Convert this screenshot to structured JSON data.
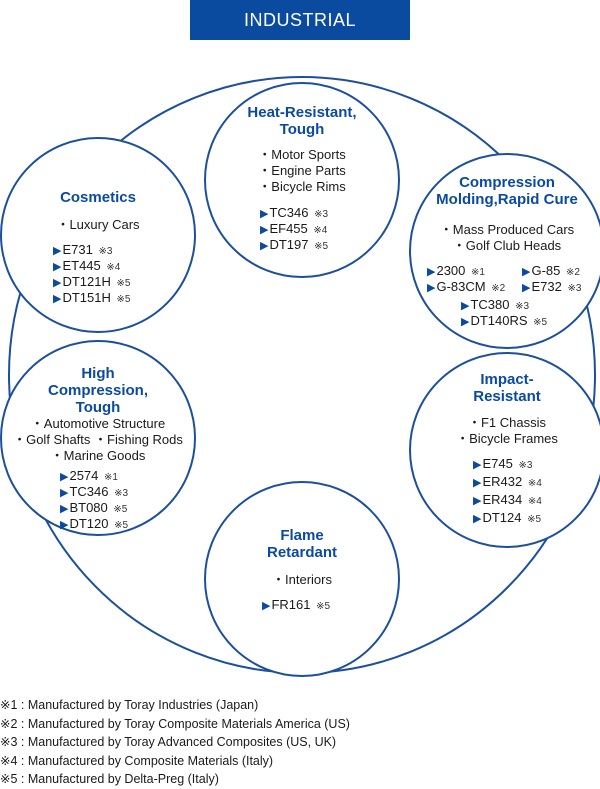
{
  "header": {
    "label": "INDUSTRIAL"
  },
  "nodes": {
    "heat": {
      "title1": "Heat-Resistant,",
      "title2": "Tough",
      "uses": [
        "・Motor Sports",
        "・Engine Parts",
        "・Bicycle Rims"
      ],
      "materials": [
        {
          "name": "TC346",
          "note": "※3"
        },
        {
          "name": "EF455",
          "note": "※4"
        },
        {
          "name": "DT197",
          "note": "※5"
        }
      ]
    },
    "cosmetics": {
      "title1": "Cosmetics",
      "uses": [
        "・Luxury Cars"
      ],
      "materials": [
        {
          "name": "E731",
          "note": "※3"
        },
        {
          "name": "ET445",
          "note": "※4"
        },
        {
          "name": "DT121H",
          "note": "※5"
        },
        {
          "name": "DT151H",
          "note": "※5"
        }
      ]
    },
    "compression": {
      "title1": "Compression",
      "title2": "Molding,Rapid Cure",
      "uses": [
        "・Mass Produced Cars",
        "・Golf Club Heads"
      ],
      "materials": [
        {
          "name": "2300",
          "note": "※1"
        },
        {
          "name": "G-85",
          "note": "※2"
        },
        {
          "name": "G-83CM",
          "note": "※2"
        },
        {
          "name": "E732",
          "note": "※3"
        },
        {
          "name": "TC380",
          "note": "※3"
        },
        {
          "name": "DT140RS",
          "note": "※5"
        }
      ]
    },
    "high": {
      "title1": "High",
      "title2": "Compression,",
      "title3": "Tough",
      "uses": [
        "・Automotive Structure",
        "・Golf Shafts ・Fishing Rods",
        "・Marine Goods"
      ],
      "materials": [
        {
          "name": "2574",
          "note": "※1"
        },
        {
          "name": "TC346",
          "note": "※3"
        },
        {
          "name": "BT080",
          "note": "※5"
        },
        {
          "name": "DT120",
          "note": "※5"
        }
      ]
    },
    "impact": {
      "title1": "Impact-",
      "title2": "Resistant",
      "uses": [
        "・F1 Chassis",
        "・Bicycle Frames"
      ],
      "materials": [
        {
          "name": "E745",
          "note": "※3"
        },
        {
          "name": "ER432",
          "note": "※4"
        },
        {
          "name": "ER434",
          "note": "※4"
        },
        {
          "name": "DT124",
          "note": "※5"
        }
      ]
    },
    "flame": {
      "title1": "Flame",
      "title2": "Retardant",
      "uses": [
        "・Interiors"
      ],
      "materials": [
        {
          "name": "FR161",
          "note": "※5"
        }
      ]
    }
  },
  "footnotes": [
    "※1 : Manufactured by Toray Industries (Japan)",
    "※2 : Manufactured by Toray Composite Materials America (US)",
    "※3 : Manufactured by Toray Advanced Composites (US, UK)",
    "※4 : Manufactured by Composite Materials (Italy)",
    "※5 : Manufactured by Delta-Preg (Italy)"
  ],
  "icons": {
    "bullet_marker": "triangle-right-icon"
  },
  "colors": {
    "accent": "#0a4a9f",
    "ring": "#1c4f9c"
  }
}
